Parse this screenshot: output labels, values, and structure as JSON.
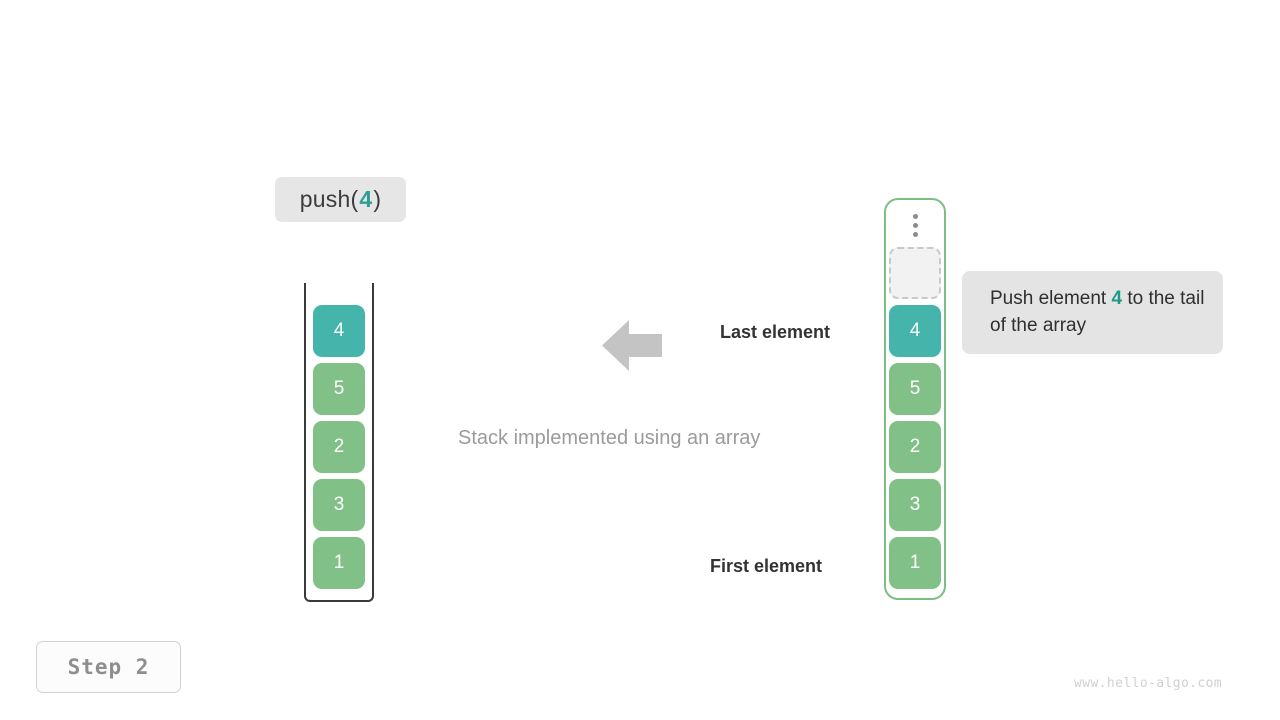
{
  "operation": {
    "prefix": "push(",
    "value": "4",
    "suffix": ")"
  },
  "stack": {
    "caption": "Stack implemented using an array",
    "cells": [
      {
        "value": "4",
        "color": "teal"
      },
      {
        "value": "5",
        "color": "green"
      },
      {
        "value": "2",
        "color": "green"
      },
      {
        "value": "3",
        "color": "green"
      },
      {
        "value": "1",
        "color": "green"
      }
    ]
  },
  "array": {
    "ellipsis_label": "more-slots",
    "empty_slot_label": "",
    "cells": [
      {
        "value": "4",
        "color": "teal"
      },
      {
        "value": "5",
        "color": "green"
      },
      {
        "value": "2",
        "color": "green"
      },
      {
        "value": "3",
        "color": "green"
      },
      {
        "value": "1",
        "color": "green"
      }
    ]
  },
  "labels": {
    "last_element": "Last element",
    "first_element": "First element"
  },
  "tooltip": {
    "text_before": "Push element ",
    "accent": "4",
    "text_after": " to the tail of the array"
  },
  "step": {
    "label": "Step  2"
  },
  "watermark": {
    "text": "www.hello-algo.com"
  },
  "colors": {
    "teal": "#45b5ab",
    "green": "#81c086",
    "array_border": "#7ebd83",
    "stack_border": "#3a3a3a",
    "badge_bg": "#e6e6e6",
    "tooltip_bg": "#e4e4e4",
    "arrow": "#c4c4c4",
    "accent_text": "#2e9e94"
  }
}
